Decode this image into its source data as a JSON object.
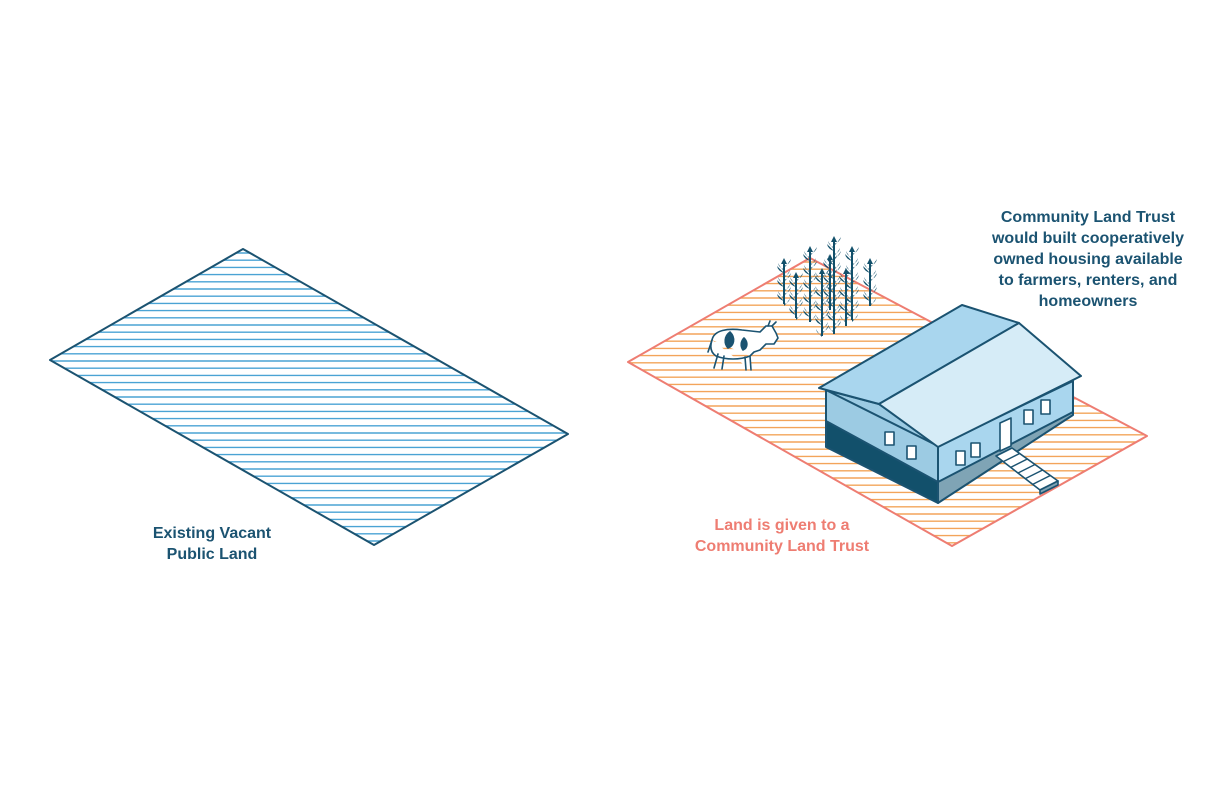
{
  "colors": {
    "dark_teal": "#1b5371",
    "light_blue": "#4aa3d4",
    "salmon": "#ee7d72",
    "orange_stripe": "#f3a45a",
    "roof_light": "#d6ecf7",
    "roof_mid": "#a9d6ee",
    "wall_mid": "#9ccbe3",
    "wall_dark": "#7fa4b5",
    "foundation": "#12506b"
  },
  "icons": [
    "vacant-land-parcel-icon",
    "trust-land-parcel-icon",
    "corn-field-icon",
    "cow-icon",
    "house-icon",
    "stairs-icon"
  ],
  "labels": {
    "vacant": [
      "Existing Vacant",
      "Public Land"
    ],
    "given": [
      "Land is given to a",
      "Community Land Trust"
    ],
    "clt": [
      "Community Land Trust",
      "would built cooperatively",
      "owned housing available",
      "to farmers, renters, and",
      "homeowners"
    ]
  }
}
